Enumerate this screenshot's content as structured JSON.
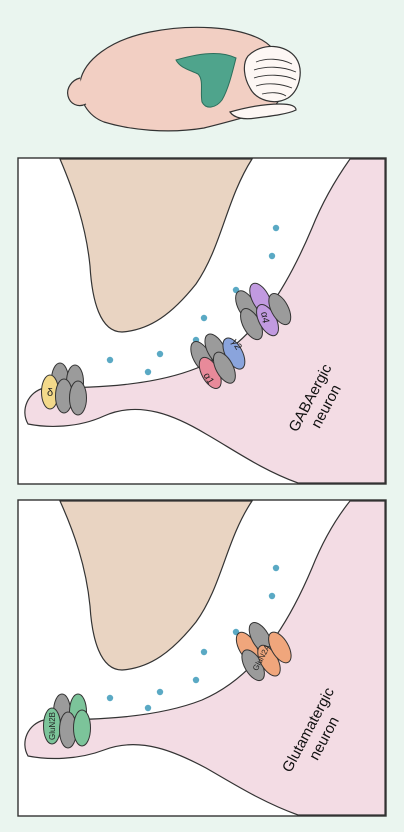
{
  "panels": [
    {
      "id": "gaba",
      "label_line1": "GABAergic",
      "label_line2": "neuron",
      "receptor_labels": {
        "delta": "δ",
        "alpha1": "α1",
        "gamma2": "γ2",
        "alpha4": "α4"
      }
    },
    {
      "id": "glutamate",
      "label_line1": "Glutamatergic",
      "label_line2": "neuron",
      "receptor_labels": {
        "glun2b": "GluN2B",
        "glun2a": "GluN2A"
      }
    }
  ],
  "colors": {
    "background": "#eaf5ef",
    "panel_border": "#333333",
    "axon_terminal": "#e9d4c2",
    "dendrite": "#f3dce4",
    "brain": "#f2cfc3",
    "brain_highlight": "#4fa48c",
    "neurotransmitter": "#5aa9c4",
    "receptor_gray": "#9b9b9b",
    "delta_yellow": "#f3d98a",
    "alpha1_pink": "#e88a9a",
    "gamma2_blue": "#8aa4dc",
    "alpha4_purple": "#c19ae0",
    "glun2a_orange": "#f0a67c",
    "glun2b_green": "#7cc49a"
  }
}
